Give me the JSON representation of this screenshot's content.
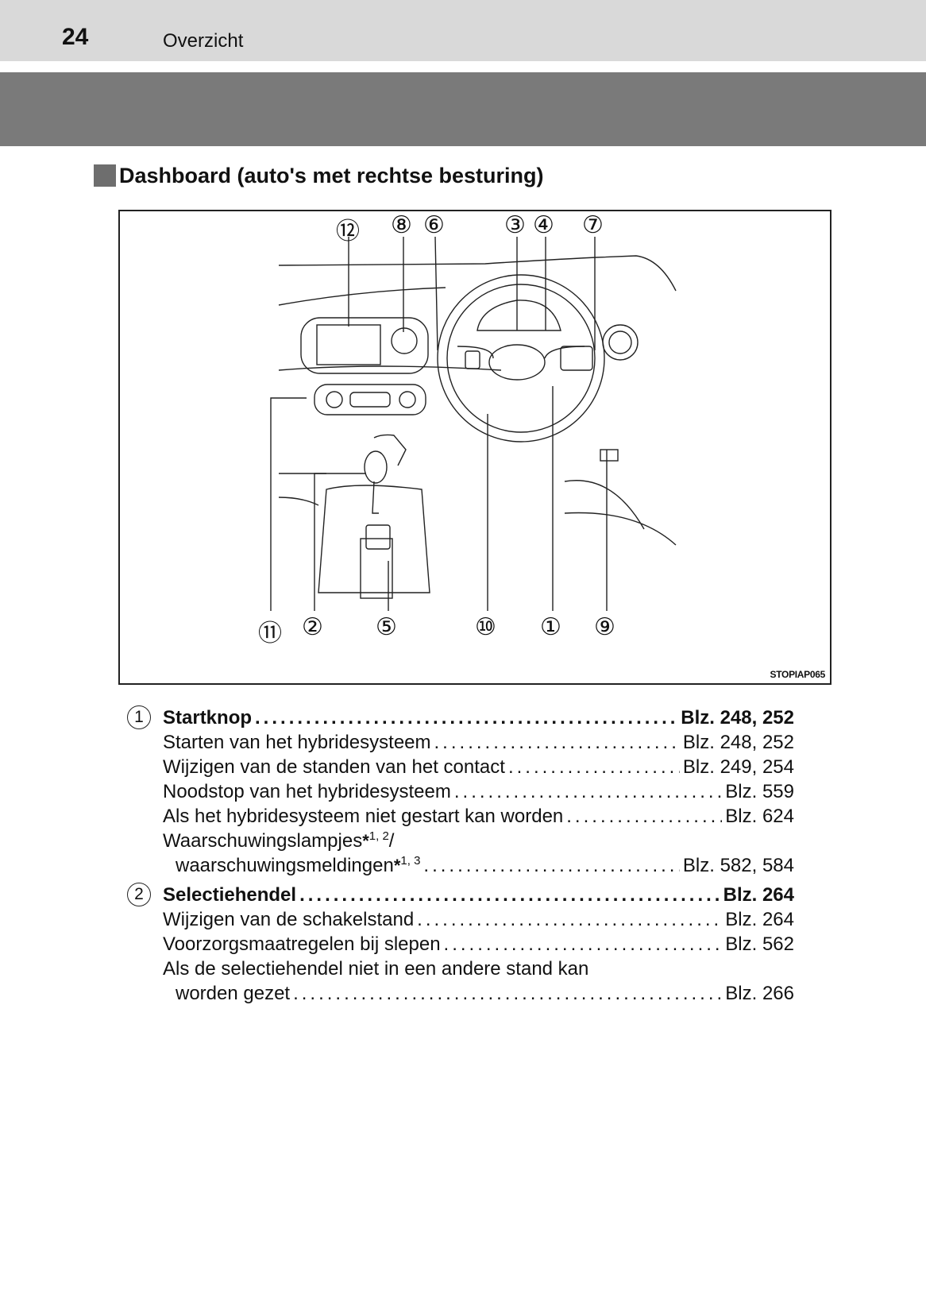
{
  "header": {
    "page_number": "24",
    "section": "Overzicht"
  },
  "heading": "Dashboard (auto's met rechtse besturing)",
  "figure": {
    "code": "STOPIAP065",
    "callouts_top": [
      "⑫",
      "⑧",
      "⑥",
      "③",
      "④",
      "⑦"
    ],
    "callouts_bottom": [
      "⑪",
      "②",
      "⑤",
      "⑩",
      "①",
      "⑨"
    ]
  },
  "entries": [
    {
      "marker": "1",
      "title": "Startknop",
      "pages": "Blz. 248, 252",
      "items": [
        {
          "text": "Starten van het hybridesysteem",
          "pages": "Blz. 248, 252"
        },
        {
          "text": "Wijzigen van de standen van het contact",
          "pages": "Blz. 249, 254"
        },
        {
          "text": "Noodstop van het hybridesysteem",
          "pages": "Blz. 559"
        },
        {
          "text": "Als het hybridesysteem niet gestart kan worden",
          "pages": "Blz. 624"
        }
      ],
      "warning": {
        "line1": "Waarschuwingslampjes",
        "line1_sup": "1, 2",
        "slash": "/",
        "line2": "waarschuwingsmeldingen",
        "line2_sup": "1, 3",
        "asterisk": "*",
        "pages": "Blz. 582, 584"
      }
    },
    {
      "marker": "2",
      "title": "Selectiehendel",
      "pages": "Blz. 264",
      "items": [
        {
          "text": "Wijzigen van de schakelstand",
          "pages": "Blz. 264"
        },
        {
          "text": "Voorzorgsmaatregelen bij slepen",
          "pages": "Blz. 562"
        }
      ],
      "wrap": {
        "line1": "Als de selectiehendel niet in een andere stand kan",
        "line2": "worden gezet",
        "pages": "Blz. 266"
      }
    }
  ]
}
